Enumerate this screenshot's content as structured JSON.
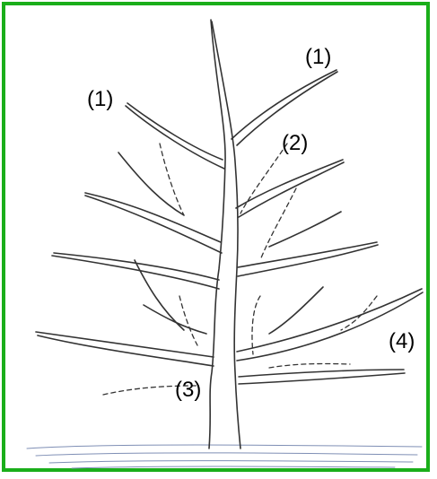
{
  "frame_color": "#1aae1a",
  "labels": {
    "top_right": "(1)",
    "top_left": "(1)",
    "upper_middle": "(2)",
    "trunk_base": "(3)",
    "right_branch": "(4)"
  }
}
